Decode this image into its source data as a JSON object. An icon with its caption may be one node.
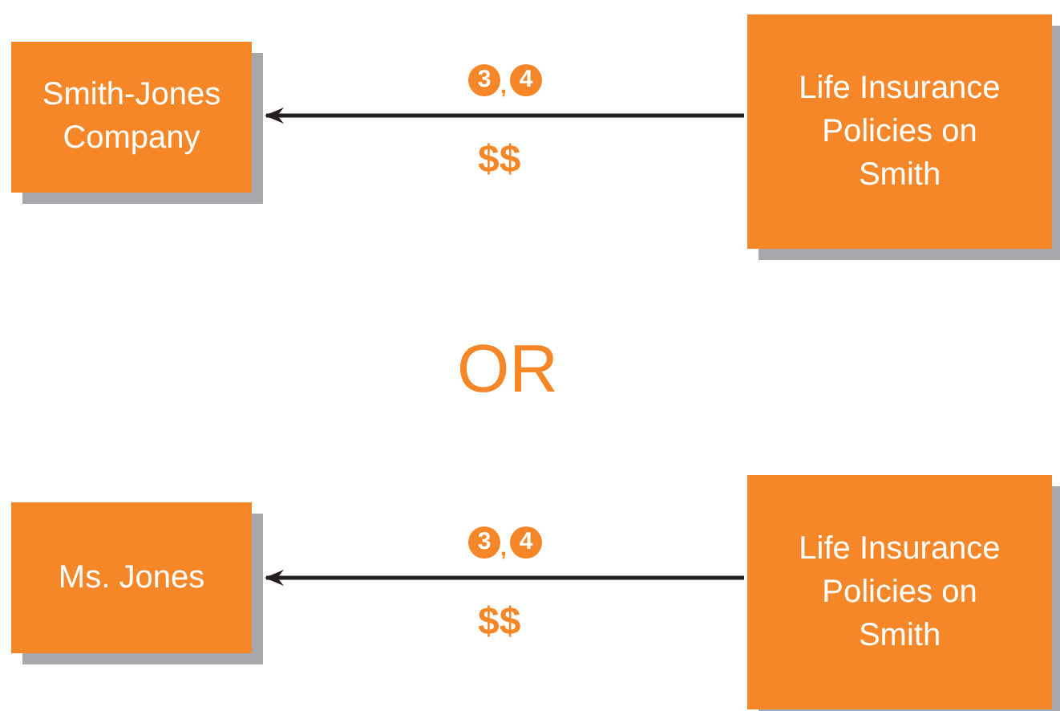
{
  "diagram": {
    "nodes": [
      {
        "text": [
          "Smith-Jones Company"
        ]
      },
      {
        "text": [
          "Life Insurance Policies on Smith"
        ]
      },
      {
        "text": [
          "Ms. Jones"
        ]
      },
      {
        "text": [
          "Life Insurance Policies on Smith"
        ]
      }
    ],
    "edges": [
      {
        "from": 1,
        "to": 0,
        "arrow": "to",
        "label": "$$"
      },
      {
        "from": 3,
        "to": 2,
        "arrow": "to",
        "label": "$$"
      }
    ],
    "labels": [
      "3",
      ",",
      "4",
      "OR",
      "3",
      ",",
      "4"
    ]
  }
}
